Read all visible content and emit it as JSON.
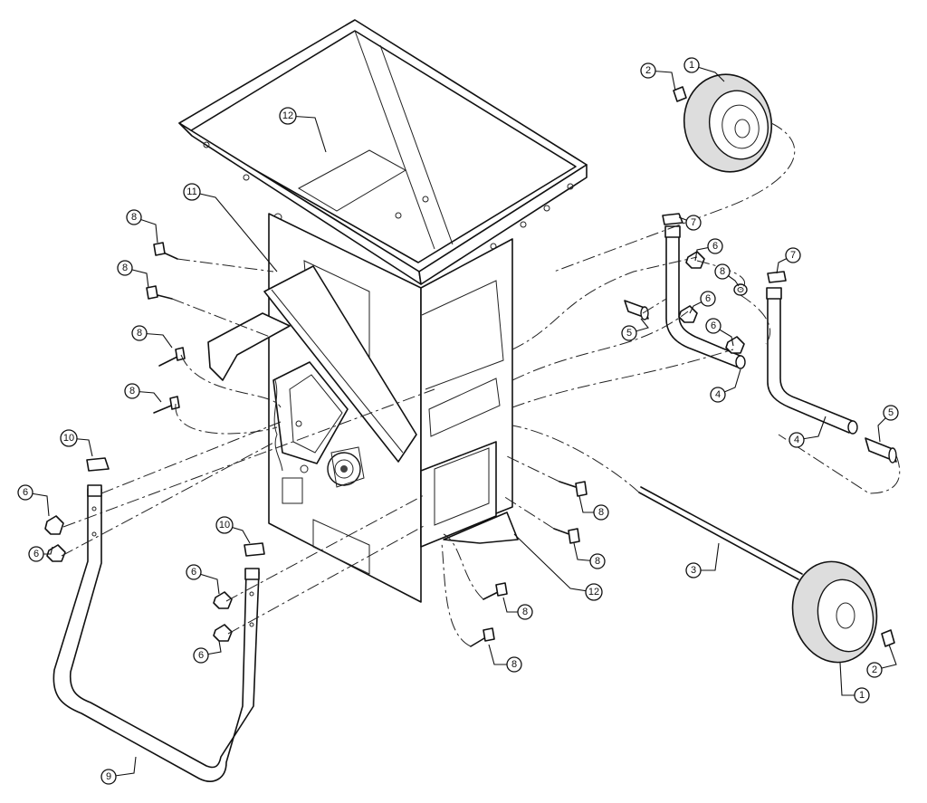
{
  "diagram": {
    "type": "exploded-parts-diagram",
    "callouts": [
      {
        "id": "c1a",
        "label": "1"
      },
      {
        "id": "c2a",
        "label": "2"
      },
      {
        "id": "c1b",
        "label": "1"
      },
      {
        "id": "c2b",
        "label": "2"
      },
      {
        "id": "c3",
        "label": "3"
      },
      {
        "id": "c4a",
        "label": "4"
      },
      {
        "id": "c4b",
        "label": "4"
      },
      {
        "id": "c5a",
        "label": "5"
      },
      {
        "id": "c5b",
        "label": "5"
      },
      {
        "id": "c6a",
        "label": "6"
      },
      {
        "id": "c6b",
        "label": "6"
      },
      {
        "id": "c6c",
        "label": "6"
      },
      {
        "id": "c6d",
        "label": "6"
      },
      {
        "id": "c6e",
        "label": "6"
      },
      {
        "id": "c6f",
        "label": "6"
      },
      {
        "id": "c6g",
        "label": "6"
      },
      {
        "id": "c7a",
        "label": "7"
      },
      {
        "id": "c7b",
        "label": "7"
      },
      {
        "id": "c8a",
        "label": "8"
      },
      {
        "id": "c8b",
        "label": "8"
      },
      {
        "id": "c8c",
        "label": "8"
      },
      {
        "id": "c8d",
        "label": "8"
      },
      {
        "id": "c8e",
        "label": "8"
      },
      {
        "id": "c8f",
        "label": "8"
      },
      {
        "id": "c8g",
        "label": "8"
      },
      {
        "id": "c8h",
        "label": "8"
      },
      {
        "id": "c8i",
        "label": "8"
      },
      {
        "id": "c9",
        "label": "9"
      },
      {
        "id": "c10a",
        "label": "10"
      },
      {
        "id": "c10b",
        "label": "10"
      },
      {
        "id": "c11",
        "label": "11"
      },
      {
        "id": "c12a",
        "label": "12"
      },
      {
        "id": "c12b",
        "label": "12"
      }
    ]
  }
}
